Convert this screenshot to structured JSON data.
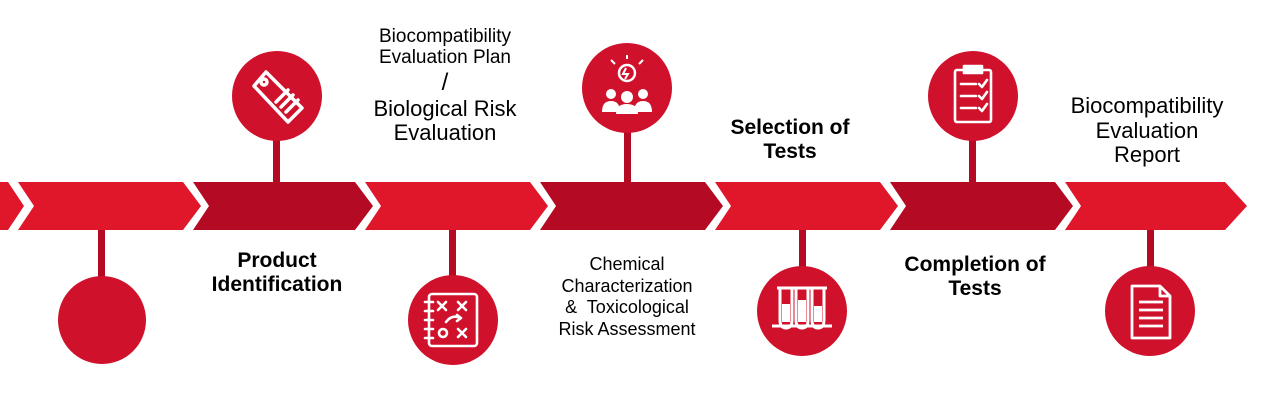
{
  "colors": {
    "chevron_light": "#e0162b",
    "chevron_dark": "#b50a24",
    "circle": "#d0112b",
    "text": "#000000"
  },
  "steps": [
    {
      "label": [
        ""
      ],
      "position": "below",
      "icon": "none"
    },
    {
      "label": [
        "Product",
        "Identification"
      ],
      "position": "below",
      "icon": "price-tag-icon"
    },
    {
      "label": [
        "Biocompatibility",
        "Evaluation Plan",
        "/",
        "Biological Risk",
        "Evaluation"
      ],
      "position": "above",
      "icon": "strategy-board-icon"
    },
    {
      "label": [
        "Chemical",
        "Characterization",
        "&  Toxicological",
        "Risk Assessment"
      ],
      "position": "below",
      "icon": "team-idea-icon"
    },
    {
      "label": [
        "Selection of",
        "Tests"
      ],
      "position": "above",
      "icon": "test-tubes-icon"
    },
    {
      "label": [
        "Completion of",
        "Tests"
      ],
      "position": "below",
      "icon": "checklist-icon"
    },
    {
      "label": [
        "Biocompatibility",
        "Evaluation",
        "Report"
      ],
      "position": "above",
      "icon": "document-icon"
    }
  ]
}
